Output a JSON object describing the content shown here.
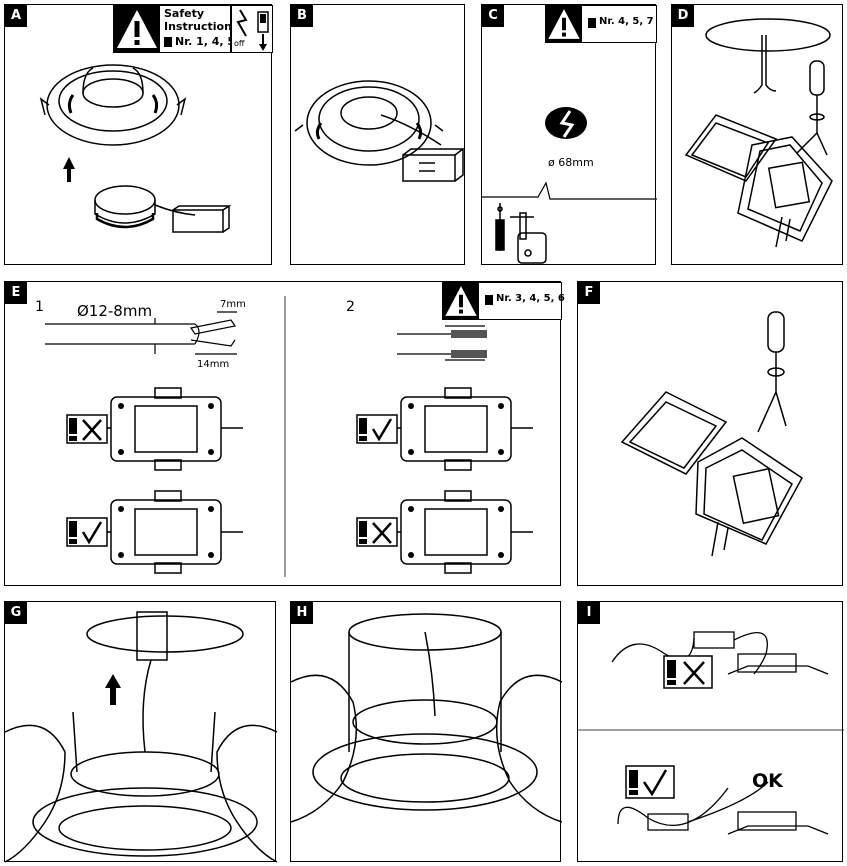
{
  "panels": {
    "A": {
      "letter": "A",
      "safety_title": "Safety",
      "safety_title2": "Instructions",
      "safety_ref": "Nr. 1, 4, 5",
      "off_label": "off"
    },
    "B": {
      "letter": "B"
    },
    "C": {
      "letter": "C",
      "ref": "Nr. 4, 5, 7",
      "diameter": "ø 68mm"
    },
    "D": {
      "letter": "D"
    },
    "E": {
      "letter": "E",
      "step1": "1",
      "step2": "2",
      "cable_diameter": "Ø12-8mm",
      "strip_short": "7mm",
      "strip_long": "14mm",
      "ref": "Nr. 3, 4, 5, 6"
    },
    "F": {
      "letter": "F"
    },
    "G": {
      "letter": "G"
    },
    "H": {
      "letter": "H"
    },
    "I": {
      "letter": "I",
      "ok_label": "OK"
    }
  },
  "colors": {
    "ink": "#000000",
    "paper": "#ffffff",
    "mesh": "#555555"
  },
  "icons": [
    "warning-triangle-icon",
    "manual-book-icon",
    "lightning-icon",
    "check-icon",
    "cross-icon",
    "screwdriver-icon",
    "arrow-up-icon"
  ]
}
